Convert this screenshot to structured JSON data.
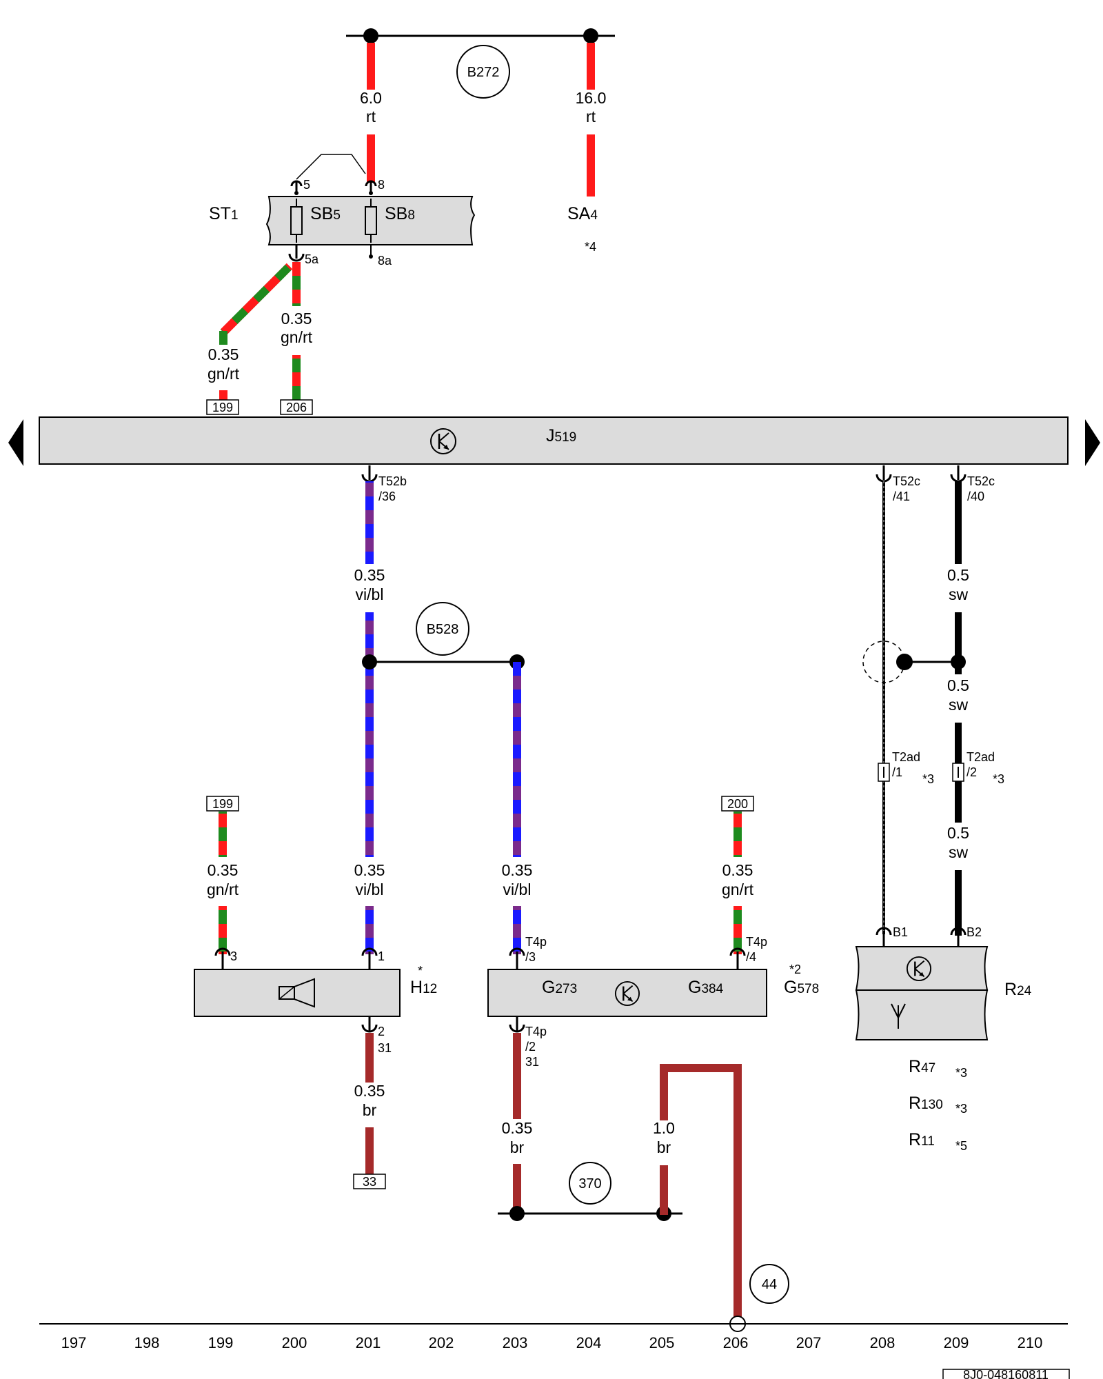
{
  "footer": {
    "code": "8J0-048160811"
  },
  "grid_numbers": [
    "197",
    "198",
    "199",
    "200",
    "201",
    "202",
    "203",
    "204",
    "205",
    "206",
    "207",
    "208",
    "209",
    "210"
  ],
  "colors": {
    "rt": "#ff1a1a",
    "gn": "#1e8a1e",
    "vi": "#7a2a8c",
    "bl": "#1a1aff",
    "sw": "#000000",
    "br": "#a52a2a",
    "box_fill": "#dcdcdc"
  },
  "connections": {
    "b272": "B272",
    "b528": "B528",
    "c370": "370",
    "c44": "44"
  },
  "components": {
    "st1": {
      "name": "ST",
      "sub": "1"
    },
    "sb5": {
      "name": "SB",
      "sub": "5"
    },
    "sb8": {
      "name": "SB",
      "sub": "8"
    },
    "sa4": {
      "name": "SA",
      "sub": "4",
      "note": "*4"
    },
    "j519": {
      "name": "J",
      "sub": "519",
      "icon": "transistor-icon"
    },
    "h12": {
      "name": "H",
      "sub": "12",
      "note": "*",
      "icon": "speaker-icon"
    },
    "g273": {
      "name": "G",
      "sub": "273"
    },
    "g384": {
      "name": "G",
      "sub": "384"
    },
    "g578": {
      "name": "G",
      "sub": "578",
      "note": "*2",
      "icon": "transistor-icon"
    },
    "r24": {
      "name": "R",
      "sub": "24",
      "icons": [
        "transistor-icon",
        "antenna-icon"
      ]
    },
    "r47": {
      "name": "R",
      "sub": "47",
      "note": "*3"
    },
    "r130": {
      "name": "R",
      "sub": "130",
      "note": "*3"
    },
    "r11": {
      "name": "R",
      "sub": "11",
      "note": "*5"
    }
  },
  "pins": {
    "st1_5": "5",
    "st1_8": "8",
    "st1_5a": "5a",
    "st1_8a": "8a",
    "j519_t52b_a": "T52b",
    "j519_t52b_b": "/36",
    "j519_t52c41_a": "T52c",
    "j519_t52c41_b": "/41",
    "j519_t52c40_a": "T52c",
    "j519_t52c40_b": "/40",
    "t2ad1_a": "T2ad",
    "t2ad1_b": "/1",
    "t2ad1_note": "*3",
    "t2ad2_a": "T2ad",
    "t2ad2_b": "/2",
    "t2ad2_note": "*3",
    "h12_3": "3",
    "h12_1": "1",
    "h12_2": "2",
    "h12_31": "31",
    "g_t4p3_a": "T4p",
    "g_t4p3_b": "/3",
    "g_t4p4_a": "T4p",
    "g_t4p4_b": "/4",
    "g_t4p2_a": "T4p",
    "g_t4p2_b": "/2",
    "g_t4p2_c": "31",
    "r24_b1": "B1",
    "r24_b2": "B2"
  },
  "wires": {
    "w_b272_left": {
      "size": "6.0",
      "color": "rt"
    },
    "w_b272_right": {
      "size": "16.0",
      "color": "rt"
    },
    "w_st1_diag": {
      "size": "0.35",
      "color": "gn/rt"
    },
    "w_st1_vert": {
      "size": "0.35",
      "color": "gn/rt"
    },
    "w_j519_vibl": {
      "size": "0.35",
      "color": "vi/bl"
    },
    "w_t52c40_a": {
      "size": "0.5",
      "color": "sw"
    },
    "w_t52c40_b": {
      "size": "0.5",
      "color": "sw"
    },
    "w_t52c40_c": {
      "size": "0.5",
      "color": "sw"
    },
    "w_h12_gnrt": {
      "size": "0.35",
      "color": "gn/rt"
    },
    "w_h12_vibl": {
      "size": "0.35",
      "color": "vi/bl"
    },
    "w_g_vibl": {
      "size": "0.35",
      "color": "vi/bl"
    },
    "w_g_gnrt": {
      "size": "0.35",
      "color": "gn/rt"
    },
    "w_h12_br": {
      "size": "0.35",
      "color": "br"
    },
    "w_g_br": {
      "size": "0.35",
      "color": "br"
    },
    "w_gnd_br": {
      "size": "1.0",
      "color": "br"
    }
  },
  "refs": {
    "r199_top": "199",
    "r206_top": "206",
    "r199_bot": "199",
    "r200_bot": "200",
    "r33": "33"
  }
}
